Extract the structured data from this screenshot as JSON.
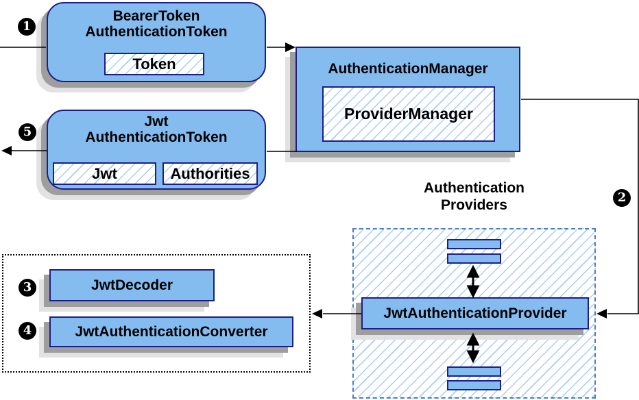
{
  "diagram": {
    "bearer_token_node": {
      "title_line1": "BearerToken",
      "title_line2": "AuthenticationToken",
      "field": "Token"
    },
    "authentication_manager_node": {
      "title": "AuthenticationManager",
      "inner": "ProviderManager"
    },
    "jwt_token_node": {
      "title_line1": "Jwt",
      "title_line2": "AuthenticationToken",
      "field1": "Jwt",
      "field2": "Authorities"
    },
    "providers_group": {
      "title_line1": "Authentication",
      "title_line2": "Providers",
      "provider": "JwtAuthenticationProvider"
    },
    "converter_group": {
      "decoder": "JwtDecoder",
      "converter": "JwtAuthenticationConverter"
    },
    "steps": {
      "s1": "1",
      "s2": "2",
      "s3": "3",
      "s4": "4",
      "s5": "5"
    }
  },
  "colors": {
    "node_fill": "#85BCF0",
    "node_border": "#1B1E87",
    "hatch_line": "#A9CDF4",
    "dashed_border": "#4A7CC0",
    "shadow_dark": "#9E9E9E",
    "shadow_light": "#E2E2E2",
    "arrow": "#000000",
    "badge_bg": "#000000",
    "badge_text": "#FFFFFF"
  }
}
